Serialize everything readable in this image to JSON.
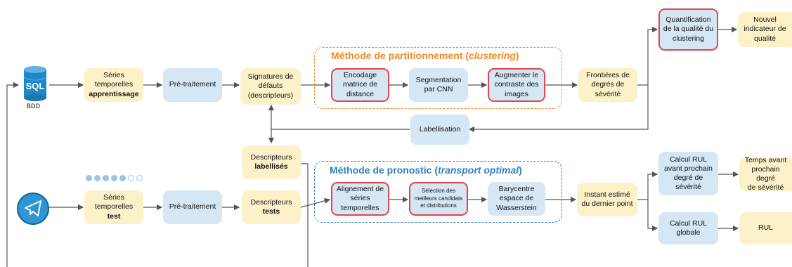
{
  "db_label": "BDD",
  "sql_text": "SQL",
  "groups": {
    "clustering": {
      "title_prefix": "Méthode de partitionnement (",
      "title_em": "clustering",
      "title_suffix": ")",
      "color": "#ef8a2b"
    },
    "pronostic": {
      "title_prefix": "Méthode de pronostic (",
      "title_em": "transport optimal",
      "title_suffix": ")",
      "color": "#2f7fc1"
    }
  },
  "nodes": {
    "series_train": {
      "l1": "Séries",
      "l2": "temporelles",
      "l3": "apprentissage"
    },
    "preproc_train": {
      "text": "Pré-traitement"
    },
    "signatures": {
      "l1": "Signatures de",
      "l2": "défauts",
      "l3": "(descripteurs)"
    },
    "encodage": {
      "l1": "Encodage",
      "l2": "matrice de",
      "l3": "distance"
    },
    "segmentation": {
      "l1": "Segmentation",
      "l2": "par CNN"
    },
    "augmenter": {
      "l1": "Augmenter le",
      "l2": "contraste des",
      "l3": "images"
    },
    "frontieres": {
      "l1": "Frontières de",
      "l2": "degrés de",
      "l3": "sévérité"
    },
    "quantification": {
      "l1": "Quantification",
      "l2": "de la qualité du",
      "l3": "clustering"
    },
    "nouvel_indicateur": {
      "l1": "Nouvel",
      "l2": "indicateur de",
      "l3": "qualité"
    },
    "labellisation": {
      "text": "Labellisation"
    },
    "descripteurs_lab": {
      "l1": "Descripteurs",
      "l2": "labellisés"
    },
    "series_test": {
      "l1": "Séries",
      "l2": "temporelles",
      "l3": "test"
    },
    "preproc_test": {
      "text": "Pré-traitement"
    },
    "descripteurs_tests": {
      "l1": "Descripteurs",
      "l2": "tests"
    },
    "alignement": {
      "l1": "Alignement de",
      "l2": "séries",
      "l3": "temporelles"
    },
    "selection": {
      "l1": "Sélection des",
      "l2": "meilleurs candidats",
      "l3": "et distributions"
    },
    "barycentre": {
      "l1": "Barycentre",
      "l2": "espace de",
      "l3": "Wasserstein"
    },
    "instant": {
      "l1": "Instant estimé",
      "l2": "du dernier point"
    },
    "rul_prochain": {
      "l1": "Calcul RUL",
      "l2": "avant prochain",
      "l3": "degré de",
      "l4": "sévérité"
    },
    "temps_avant": {
      "l1": "Temps avant",
      "l2": "prochain degré",
      "l3": "de sévérité"
    },
    "rul_globale": {
      "l1": "Calcul RUL",
      "l2": "globale"
    },
    "rul": {
      "text": "RUL"
    }
  },
  "dots": {
    "filled": 5,
    "empty": 2
  },
  "colors": {
    "yellow_box": "#fdf1c9",
    "blue_box": "#d5e6f4",
    "red_border": "#e2454a",
    "arrow": "#555555"
  }
}
